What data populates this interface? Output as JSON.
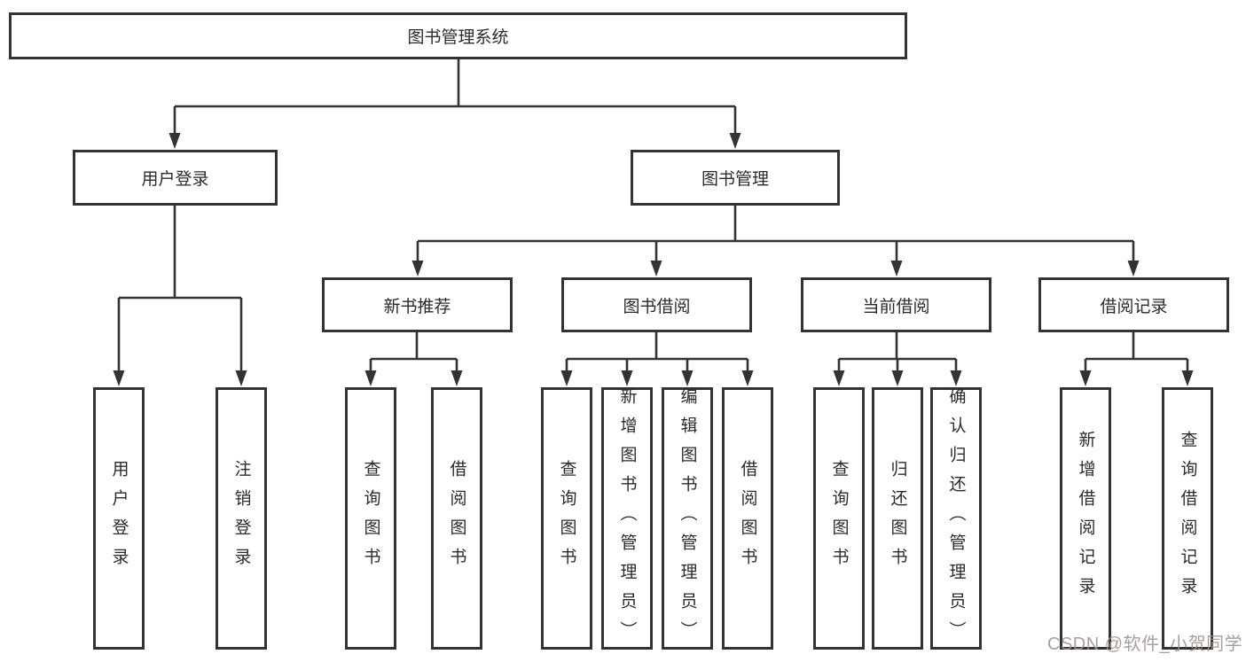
{
  "diagram": {
    "title": "图书管理系统",
    "level2": [
      {
        "label": "用户登录",
        "leaves": [
          "用户登录",
          "注销登录"
        ]
      },
      {
        "label": "图书管理",
        "groups": [
          {
            "label": "新书推荐",
            "leaves": [
              "查询图书",
              "借阅图书"
            ]
          },
          {
            "label": "图书借阅",
            "leaves": [
              "查询图书",
              "新增图书（管理员）",
              "编辑图书（管理员）",
              "借阅图书"
            ]
          },
          {
            "label": "当前借阅",
            "leaves": [
              "查询图书",
              "归还图书",
              "确认归还（管理员）"
            ]
          },
          {
            "label": "借阅记录",
            "leaves": [
              "新增借阅记录",
              "查询借阅记录"
            ]
          }
        ]
      }
    ]
  },
  "watermark": {
    "text": "CSDN @软件_小贺同学"
  },
  "colors": {
    "line": "#333333",
    "box_border": "#333333",
    "background": "#ffffff",
    "watermark": "#9e9191"
  }
}
